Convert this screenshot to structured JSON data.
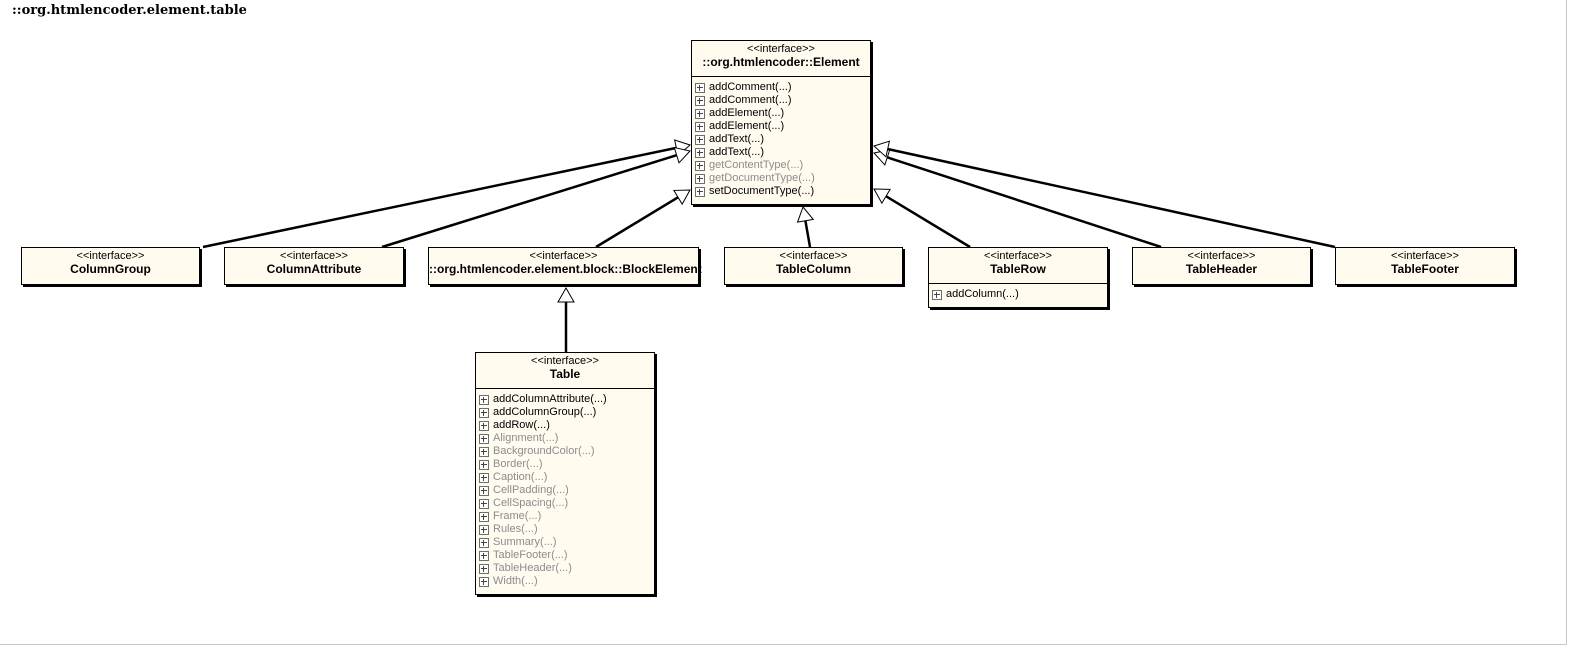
{
  "diagram": {
    "title": "::org.htmlencoder.element.table"
  },
  "stereotype": "<<interface>>",
  "classes": {
    "element": {
      "name": "::org.htmlencoder::Element",
      "ops": [
        {
          "label": "addComment(...)",
          "muted": false
        },
        {
          "label": "addComment(...)",
          "muted": false
        },
        {
          "label": "addElement(...)",
          "muted": false
        },
        {
          "label": "addElement(...)",
          "muted": false
        },
        {
          "label": "addText(...)",
          "muted": false
        },
        {
          "label": "addText(...)",
          "muted": false
        },
        {
          "label": "getContentType(...)",
          "muted": true
        },
        {
          "label": "getDocumentType(...)",
          "muted": true
        },
        {
          "label": "setDocumentType(...)",
          "muted": false
        }
      ]
    },
    "column_group": {
      "name": "ColumnGroup"
    },
    "column_attribute": {
      "name": "ColumnAttribute"
    },
    "block_element": {
      "name": "::org.htmlencoder.element.block::BlockElement"
    },
    "table_column": {
      "name": "TableColumn"
    },
    "table_row": {
      "name": "TableRow",
      "ops": [
        {
          "label": "addColumn(...)",
          "muted": false
        }
      ]
    },
    "table_header": {
      "name": "TableHeader"
    },
    "table_footer": {
      "name": "TableFooter"
    },
    "table": {
      "name": "Table",
      "ops": [
        {
          "label": "addColumnAttribute(...)",
          "muted": false
        },
        {
          "label": "addColumnGroup(...)",
          "muted": false
        },
        {
          "label": "addRow(...)",
          "muted": false
        },
        {
          "label": "Alignment(...)",
          "muted": true
        },
        {
          "label": "BackgroundColor(...)",
          "muted": true
        },
        {
          "label": "Border(...)",
          "muted": true
        },
        {
          "label": "Caption(...)",
          "muted": true
        },
        {
          "label": "CellPadding(...)",
          "muted": true
        },
        {
          "label": "CellSpacing(...)",
          "muted": true
        },
        {
          "label": "Frame(...)",
          "muted": true
        },
        {
          "label": "Rules(...)",
          "muted": true
        },
        {
          "label": "Summary(...)",
          "muted": true
        },
        {
          "label": "TableFooter(...)",
          "muted": true
        },
        {
          "label": "TableHeader(...)",
          "muted": true
        },
        {
          "label": "Width(...)",
          "muted": true
        }
      ]
    }
  },
  "relations": [
    {
      "from": "ColumnGroup",
      "to": "::org.htmlencoder::Element",
      "type": "generalization"
    },
    {
      "from": "ColumnAttribute",
      "to": "::org.htmlencoder::Element",
      "type": "generalization"
    },
    {
      "from": "::org.htmlencoder.element.block::BlockElement",
      "to": "::org.htmlencoder::Element",
      "type": "generalization"
    },
    {
      "from": "TableColumn",
      "to": "::org.htmlencoder::Element",
      "type": "generalization"
    },
    {
      "from": "TableRow",
      "to": "::org.htmlencoder::Element",
      "type": "generalization"
    },
    {
      "from": "TableHeader",
      "to": "::org.htmlencoder::Element",
      "type": "generalization"
    },
    {
      "from": "TableFooter",
      "to": "::org.htmlencoder::Element",
      "type": "generalization"
    },
    {
      "from": "Table",
      "to": "::org.htmlencoder.element.block::BlockElement",
      "type": "generalization"
    }
  ]
}
